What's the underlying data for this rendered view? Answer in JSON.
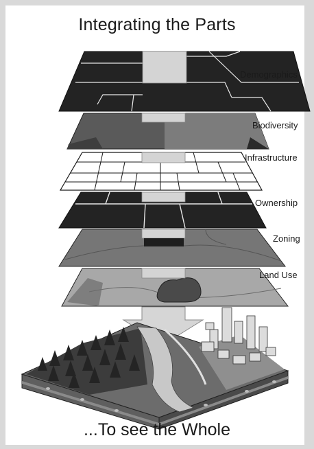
{
  "title": "Integrating the Parts",
  "footer": "...To see the Whole",
  "layers": [
    {
      "name": "demographics",
      "label": "Demographics"
    },
    {
      "name": "biodiversity",
      "label": "Biodiversity"
    },
    {
      "name": "infrastructure",
      "label": "Infrastructure"
    },
    {
      "name": "ownership",
      "label": "Ownership"
    },
    {
      "name": "zoning",
      "label": "Zoning"
    },
    {
      "name": "land-use",
      "label": "Land Use"
    }
  ],
  "colors": {
    "dark": "#232323",
    "mid": "#5a5a5a",
    "gray": "#7a7a7a",
    "light": "#a8a8a8",
    "connector": "#d4d4d4"
  }
}
